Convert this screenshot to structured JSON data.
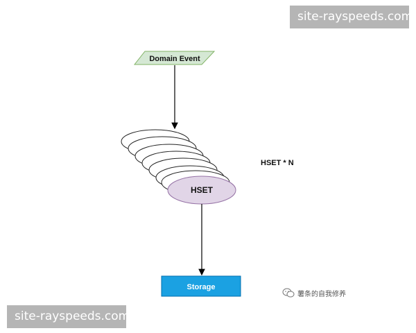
{
  "diagram": {
    "event_label": "Domain Event",
    "hset_label": "HSET",
    "repeat_label": "HSET * N",
    "storage_label": "Storage",
    "stack_count": 7
  },
  "watermarks": {
    "top": "site-rayspeeds.com",
    "bottom": "site-rayspeeds.com"
  },
  "credit": {
    "icon": "wechat-icon",
    "text": "薯条的自我修养"
  },
  "colors": {
    "event_fill": "#d5e8d4",
    "event_stroke": "#82b366",
    "hset_fill": "#e1d5e7",
    "hset_stroke": "#9673a6",
    "storage_fill": "#1ba1e2",
    "storage_stroke": "#006eaf",
    "arrow": "#000000"
  }
}
